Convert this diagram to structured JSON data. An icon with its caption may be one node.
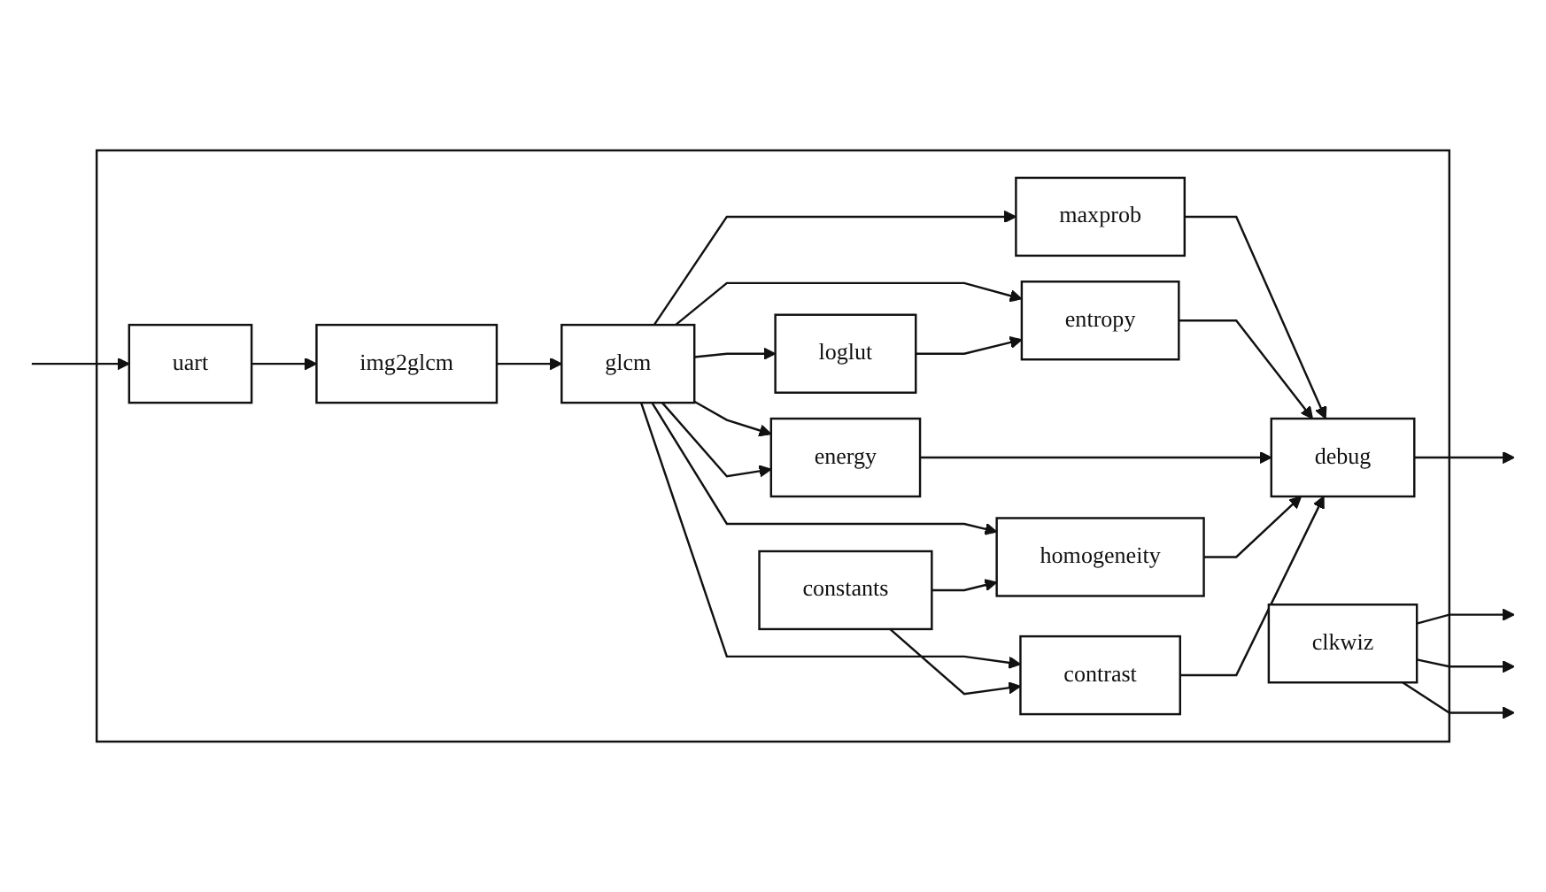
{
  "diagram": {
    "nodes": [
      {
        "text": [],
        "shape": "box"
      },
      {
        "text": [
          "clkwiz"
        ],
        "in": 0
      },
      {
        "text": [
          "maxprob"
        ],
        "in": 0
      },
      {
        "text": [
          "loglut"
        ],
        "in": 0
      },
      {
        "text": [
          "entropy"
        ],
        "in": 0
      },
      {
        "text": [
          "img2glcm"
        ],
        "in": 0
      },
      {
        "text": [
          "glcm"
        ],
        "in": 0
      },
      {
        "text": [
          "energy"
        ],
        "in": 0
      },
      {
        "text": [
          "debug"
        ],
        "in": 0
      },
      {
        "text": [
          "homogeneity"
        ],
        "in": 0
      },
      {
        "text": [
          "uart"
        ],
        "in": 0
      },
      {
        "text": [
          "constants"
        ],
        "in": 0
      },
      {
        "text": [
          "contrast"
        ],
        "in": 0
      }
    ],
    "edges": [
      {
        "from": null,
        "to": 10,
        "arrow": "to"
      },
      {
        "from": 10,
        "to": 5,
        "arrow": "to"
      },
      {
        "from": 5,
        "to": 6,
        "arrow": "to"
      },
      {
        "from": 6,
        "to": 2,
        "arrow": "to"
      },
      {
        "from": 6,
        "to": 4,
        "arrow": "to"
      },
      {
        "from": 6,
        "to": 7,
        "arrow": "to"
      },
      {
        "from": 6,
        "to": 7,
        "arrow": "to"
      },
      {
        "from": 6,
        "to": 9,
        "arrow": "to"
      },
      {
        "from": 6,
        "to": 12,
        "arrow": "to"
      },
      {
        "from": 6,
        "to": 3,
        "arrow": "to"
      },
      {
        "from": 3,
        "to": 4,
        "arrow": "to"
      },
      {
        "from": 11,
        "to": 9,
        "arrow": "to"
      },
      {
        "from": 11,
        "to": 12,
        "arrow": "to"
      },
      {
        "from": 2,
        "to": 8,
        "arrow": "to"
      },
      {
        "from": 4,
        "to": 8,
        "arrow": "to"
      },
      {
        "from": 7,
        "to": 8,
        "arrow": "to"
      },
      {
        "from": 9,
        "to": 8,
        "arrow": "to"
      },
      {
        "from": 12,
        "to": 8,
        "arrow": "to"
      },
      {
        "from": 8,
        "to": null,
        "arrow": "to"
      },
      {
        "from": 1,
        "to": null,
        "arrow": "to"
      },
      {
        "from": 1,
        "to": null,
        "arrow": "to"
      },
      {
        "from": 1,
        "to": null,
        "arrow": "to"
      }
    ]
  }
}
